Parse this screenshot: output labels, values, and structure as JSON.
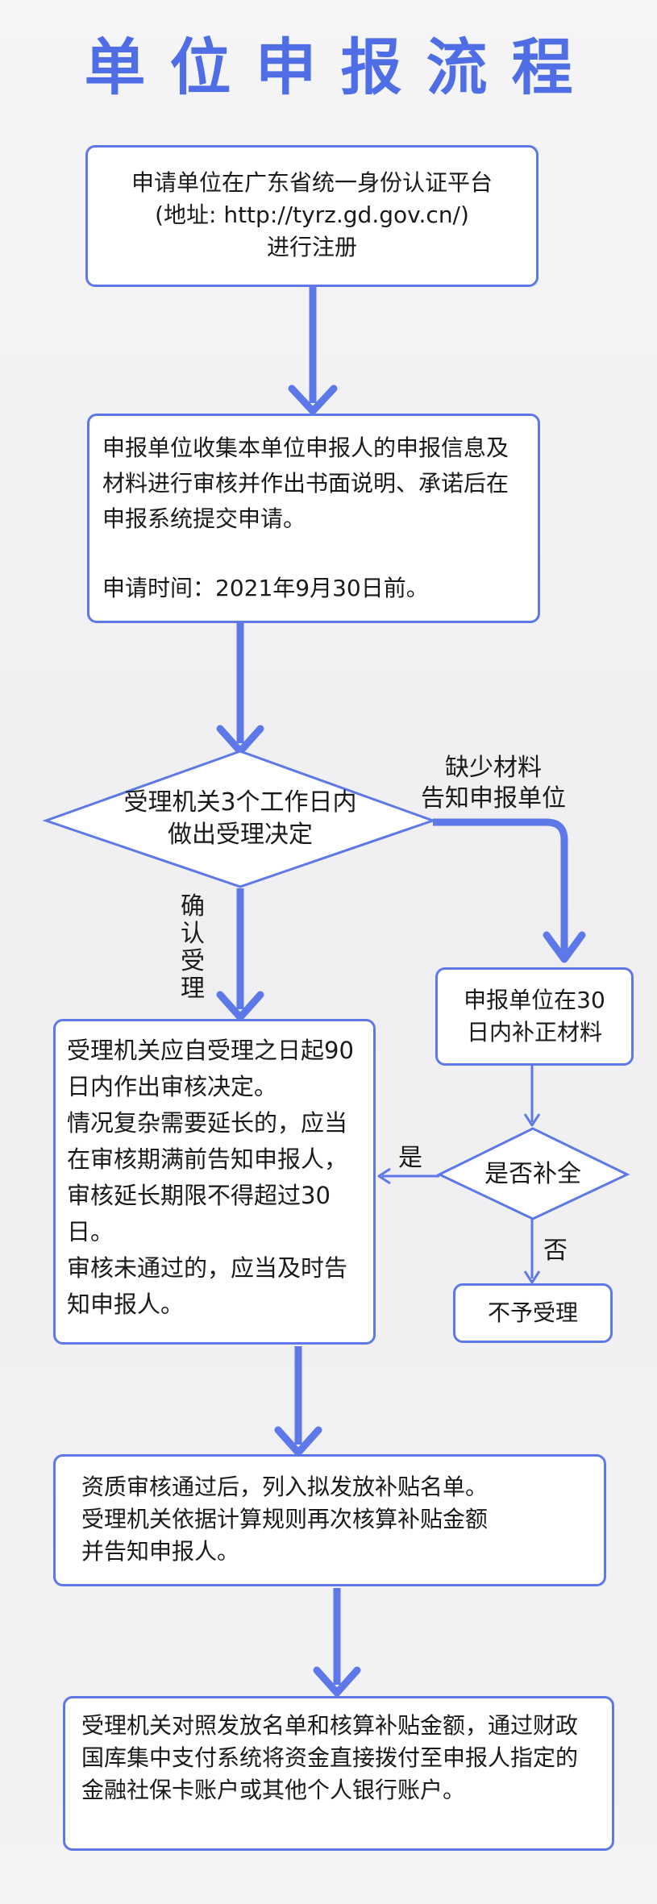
{
  "title": "单位申报流程",
  "colors": {
    "accent": "#5d78e8",
    "title": "#4f6ee6",
    "background": "#f3f3f5"
  },
  "steps": {
    "register": [
      "申请单位在广东省统一身份认证平台",
      "(地址: http://tyrz.gd.gov.cn/)",
      "进行注册"
    ],
    "submit": {
      "text": "申报单位收集本单位申报人的申报信息及材料进行审核并作出书面说明、承诺后在申报系统提交申请。",
      "time": "申请时间：2021年9月30日前。"
    },
    "accept_decision": [
      "受理机关3个工作日内",
      "做出受理决定"
    ],
    "missing_label": [
      "缺少材料",
      "告知申报单位"
    ],
    "confirm_label": "确认受理",
    "supplement": [
      "申报单位在30",
      "日内补正材料"
    ],
    "review": {
      "p1": "受理机关应自受理之日起90日内作出审核决定。",
      "p2": "情况复杂需要延长的，应当在审核期满前告知申报人，审核延长期限不得超过30日。",
      "p3": "审核未通过的，应当及时告知申报人。"
    },
    "complete_check": "是否补全",
    "yes_label": "是",
    "no_label": "否",
    "reject": "不予受理",
    "approve": [
      "资质审核通过后，列入拟发放补贴名单。",
      "受理机关依据计算规则再次核算补贴金额",
      "并告知申报人。"
    ],
    "pay": "受理机关对照发放名单和核算补贴金额，通过财政国库集中支付系统将资金直接拨付至申报人指定的金融社保卡账户或其他个人银行账户。"
  }
}
